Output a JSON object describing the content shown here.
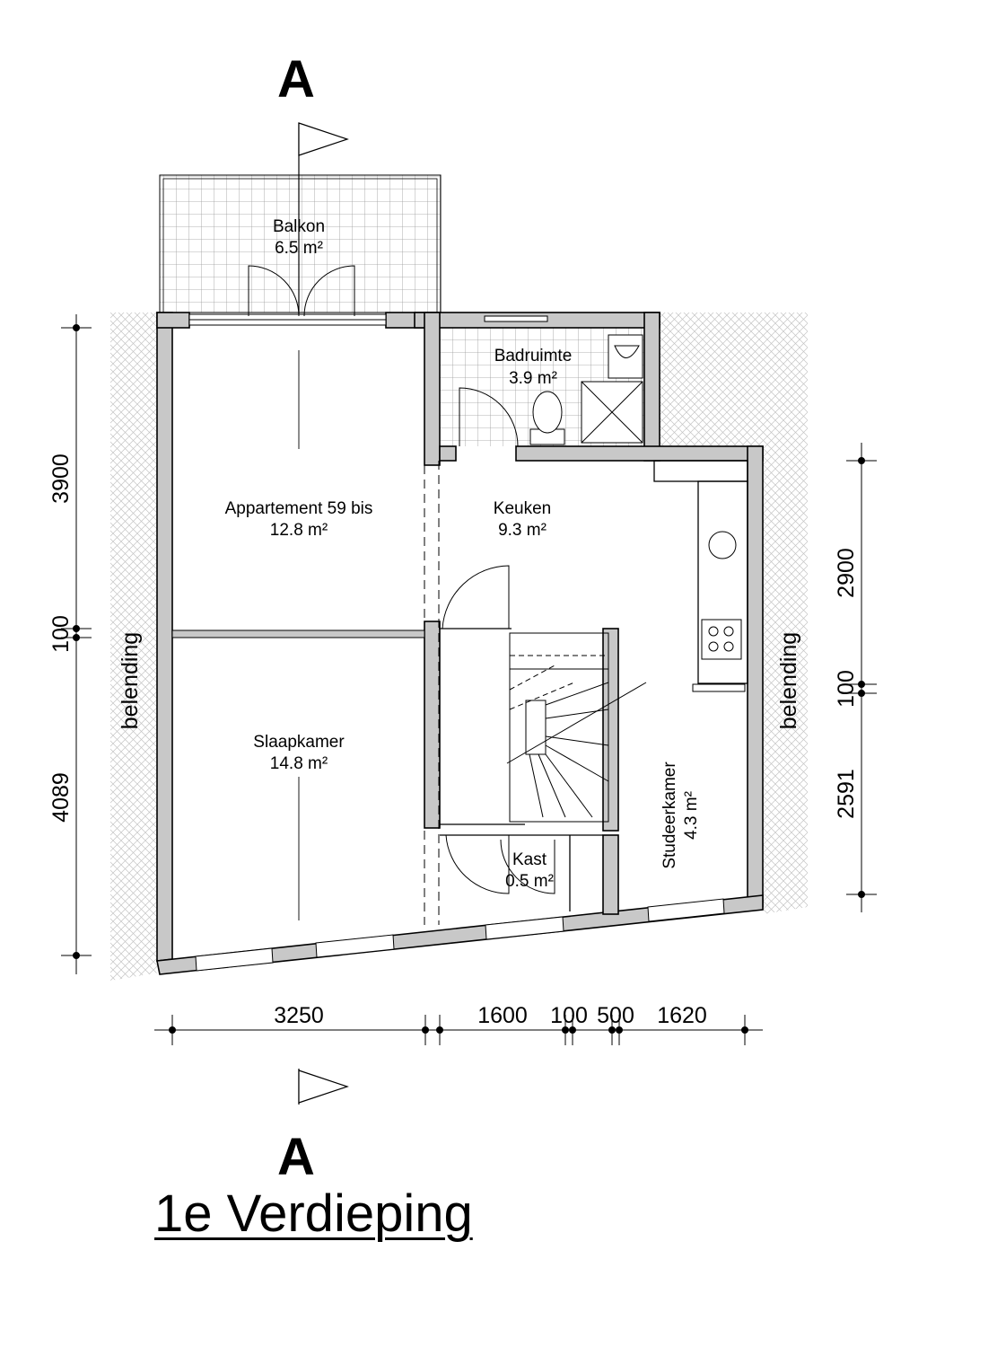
{
  "title": "1e Verdieping",
  "section_marker": "A",
  "neighbour_label": "belending",
  "rooms": {
    "balkon": {
      "name": "Balkon",
      "area": "6.5 m²"
    },
    "badruimte": {
      "name": "Badruimte",
      "area": "3.9 m²"
    },
    "appartement": {
      "name": "Appartement 59 bis",
      "area": "12.8 m²"
    },
    "keuken": {
      "name": "Keuken",
      "area": "9.3 m²"
    },
    "slaapkamer": {
      "name": "Slaapkamer",
      "area": "14.8 m²"
    },
    "kast": {
      "name": "Kast",
      "area": "0.5 m²"
    },
    "studeerkamer": {
      "name": "Studeerkamer",
      "area": "4.3 m²"
    }
  },
  "dimensions": {
    "left": [
      "3900",
      "100",
      "4089"
    ],
    "right": [
      "2900",
      "100",
      "2591"
    ],
    "bottom": [
      "3250",
      "1600",
      "100",
      "500",
      "1620"
    ]
  },
  "colors": {
    "wall": "#c8c8c8",
    "line": "#000000",
    "hatch": "#bdbdbd"
  }
}
